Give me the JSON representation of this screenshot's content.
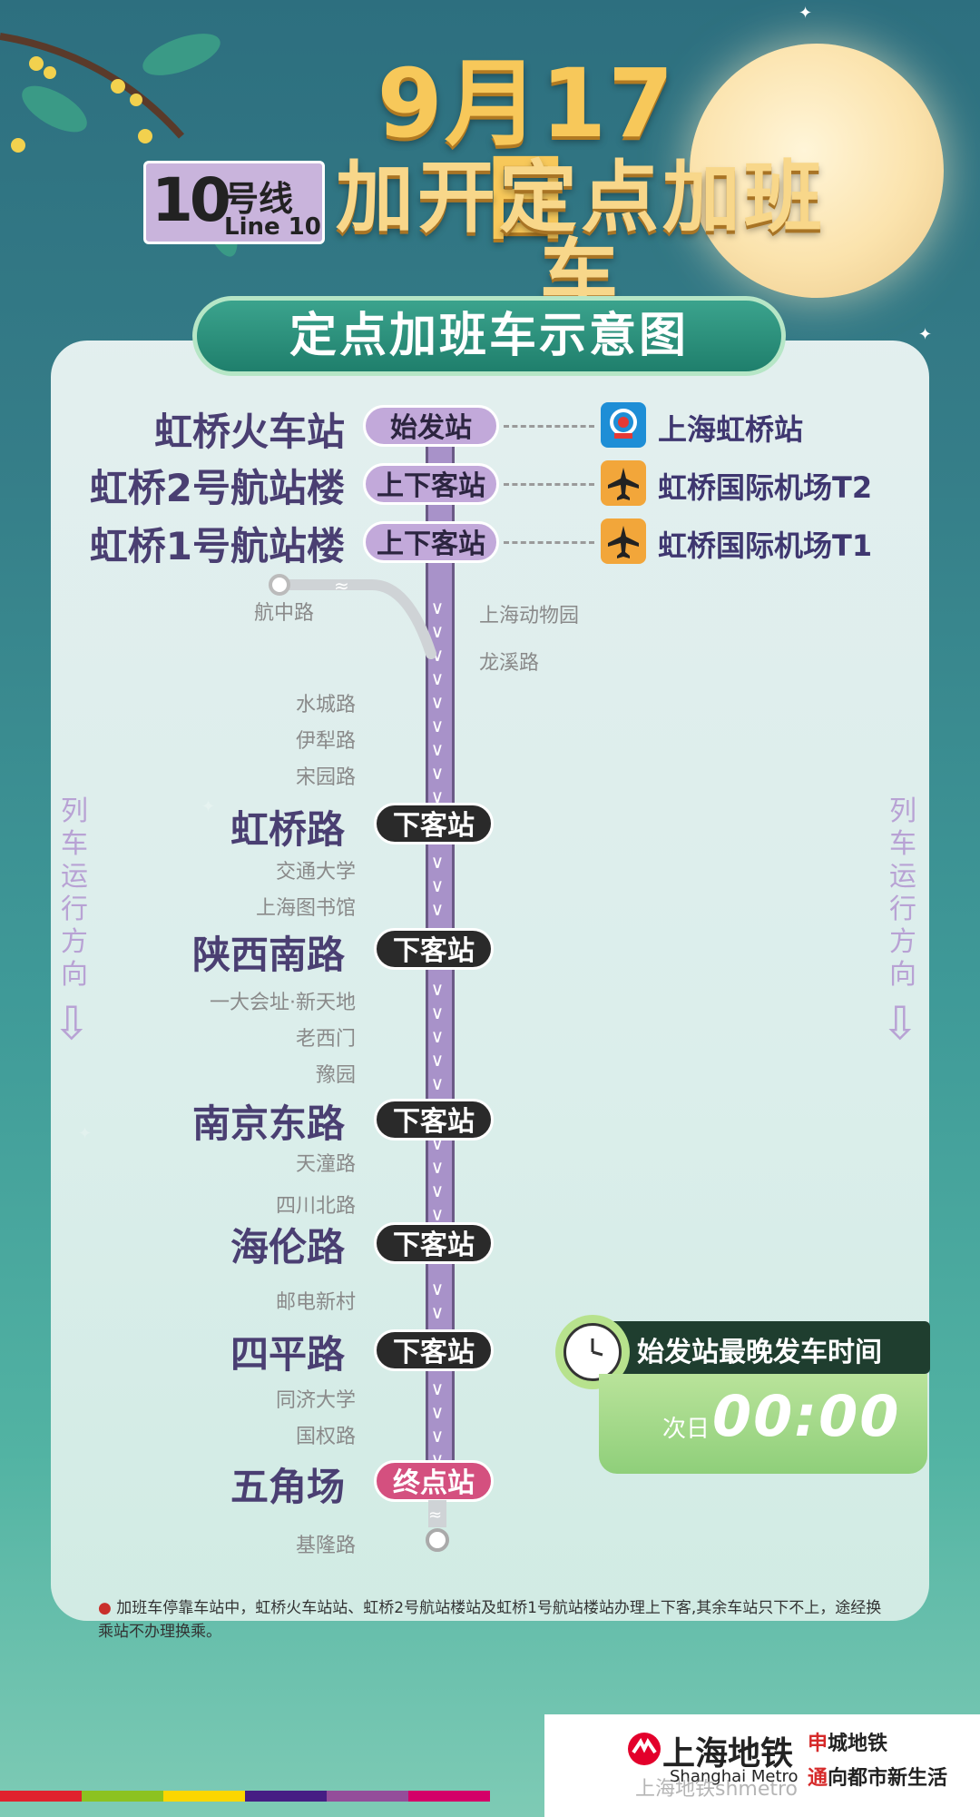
{
  "header": {
    "date": "9月17日",
    "title": "加开定点加班车",
    "line_badge": {
      "num": "10",
      "hao": "号线",
      "en": "Line 10"
    }
  },
  "diagram": {
    "subtitle": "定点加班车示意图",
    "direction_text": "列车运行方向",
    "stations_top": [
      {
        "name": "虹桥火车站",
        "badge": "始发站",
        "transfer": "上海虹桥站",
        "icon": "railway-icon"
      },
      {
        "name": "虹桥2号航站楼",
        "badge": "上下客站",
        "transfer": "虹桥国际机场T2",
        "icon": "airplane-icon"
      },
      {
        "name": "虹桥1号航站楼",
        "badge": "上下客站",
        "transfer": "虹桥国际机场T1",
        "icon": "airplane-icon"
      }
    ],
    "branch": {
      "left": "航中路",
      "right1": "上海动物园",
      "right2": "龙溪路"
    },
    "minor_a": [
      "水城路",
      "伊犁路",
      "宋园路"
    ],
    "hongqiao_rd": {
      "name": "虹桥路",
      "badge": "下客站"
    },
    "minor_b": [
      "交通大学",
      "上海图书馆"
    ],
    "shaanxi": {
      "name": "陕西南路",
      "badge": "下客站"
    },
    "minor_c": [
      "一大会址·新天地",
      "老西门",
      "豫园"
    ],
    "nanjing": {
      "name": "南京东路",
      "badge": "下客站"
    },
    "minor_d": [
      "天潼路",
      "四川北路"
    ],
    "hailun": {
      "name": "海伦路",
      "badge": "下客站"
    },
    "minor_e": [
      "邮电新村"
    ],
    "siping": {
      "name": "四平路",
      "badge": "下客站"
    },
    "minor_f": [
      "同济大学",
      "国权路"
    ],
    "wujiaochang": {
      "name": "五角场",
      "badge": "终点站"
    },
    "terminal_minor": "基隆路"
  },
  "last_train": {
    "label": "始发站最晚发车时间",
    "prefix": "次日",
    "time": "00:00"
  },
  "note": "加班车停靠车站中，虹桥火车站站、虹桥2号航站楼站及虹桥1号航站楼站办理上下客,其余车站只下不上，途经换乘站不办理换乘。",
  "footer": {
    "logo_cn": "上海地铁",
    "logo_en": "Shanghai Metro",
    "slogan1_hl": "申",
    "slogan1": "城地铁",
    "slogan2_hl": "通",
    "slogan2": "向都市新生活",
    "watermark": "上海地铁shmetro"
  },
  "colors": {
    "track": "#a892c9",
    "accent_green": "#2a9a80",
    "pink_badge": "#d4507f"
  }
}
